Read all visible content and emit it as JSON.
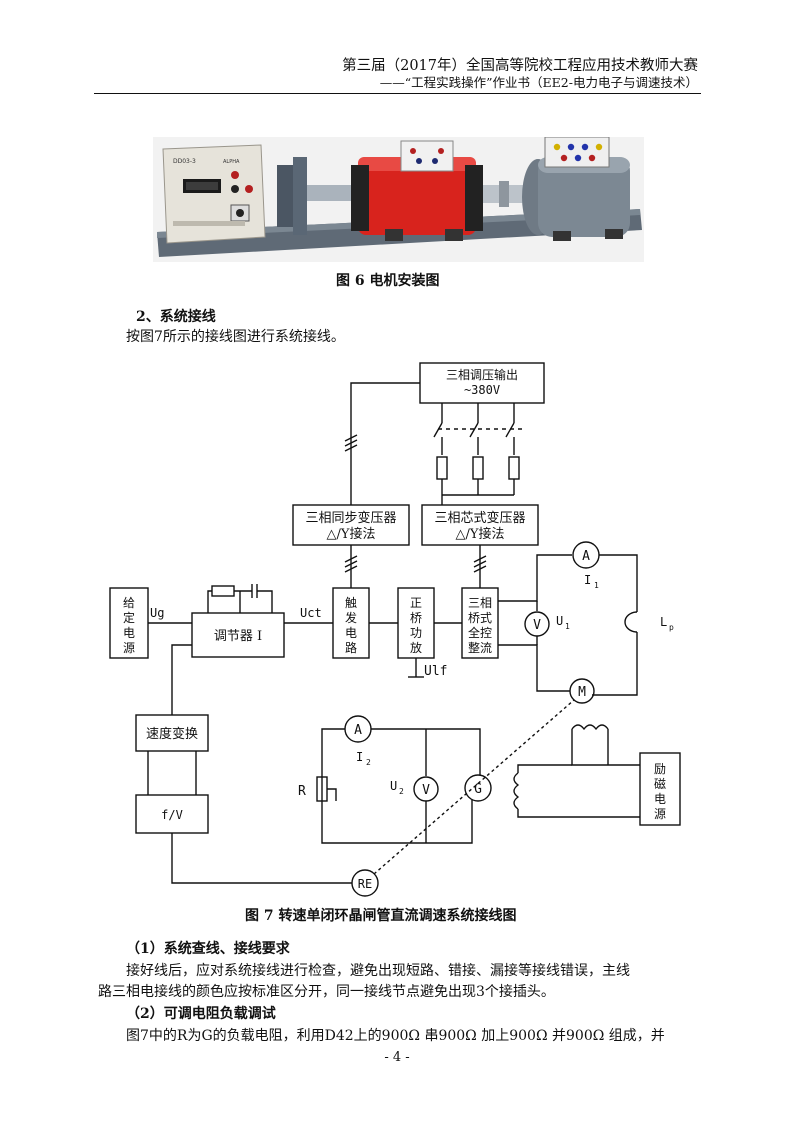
{
  "header": {
    "line1": "第三届（2017年）全国高等院校工程应用技术教师大赛",
    "line2": "——“工程实践操作”作业书（EE2-电力电子与调速技术）"
  },
  "figure6": {
    "caption": "图 6  电机安装图",
    "panel": {
      "model": "DD03-3",
      "brand": "ALPHA"
    }
  },
  "section2": {
    "heading": "2、系统接线",
    "text": "按图7所示的接线图进行系统接线。"
  },
  "figure7": {
    "caption": "图 7 转速单闭环晶闸管直流调速系统接线图",
    "labels": {
      "source_output": [
        "三相调压输出",
        "~380V"
      ],
      "sync_transformer": [
        "三相同步变压器",
        "△/Y接法"
      ],
      "core_transformer": [
        "三相芯式变压器",
        "△/Y接法"
      ],
      "given_power": [
        "给",
        "定",
        "电",
        "源"
      ],
      "ug": "Ug",
      "regulator": "调节器 I",
      "uct": "Uct",
      "trigger": [
        "触",
        "发",
        "电",
        "路"
      ],
      "amp": [
        "正",
        "桥",
        "功",
        "放"
      ],
      "ulf": "Ulf",
      "rectifier": [
        "三相",
        "桥式",
        "全控",
        "整流"
      ],
      "a1": "A",
      "i1": "I",
      "i1_sub": "1",
      "v1": "V",
      "u1": "U",
      "u1_sub": "1",
      "lp": "L",
      "lp_sub": "p",
      "motor": "M",
      "speed_conv": "速度变换",
      "fv": "f/V",
      "a2": "A",
      "i2": "I",
      "i2_sub": "2",
      "r": "R",
      "u2": "U",
      "u2_sub": "2",
      "v2": "V",
      "gen": "G",
      "excite": [
        "励",
        "磁",
        "电",
        "源"
      ],
      "re": "RE"
    }
  },
  "section_1": {
    "heading": "（1）系统查线、接线要求",
    "lines": [
      "接好线后，应对系统接线进行检查，避免出现短路、错接、漏接等接线错误，主线",
      "路三相电接线的颜色应按标准区分开，同一接线节点避免出现3个接插头。"
    ]
  },
  "section_2": {
    "heading": "（2）可调电阻负载调试",
    "line": "图7中的R为G的负载电阻，利用D42上的900Ω 串900Ω 加上900Ω 并900Ω 组成，并"
  },
  "page_number": "- 4 -"
}
